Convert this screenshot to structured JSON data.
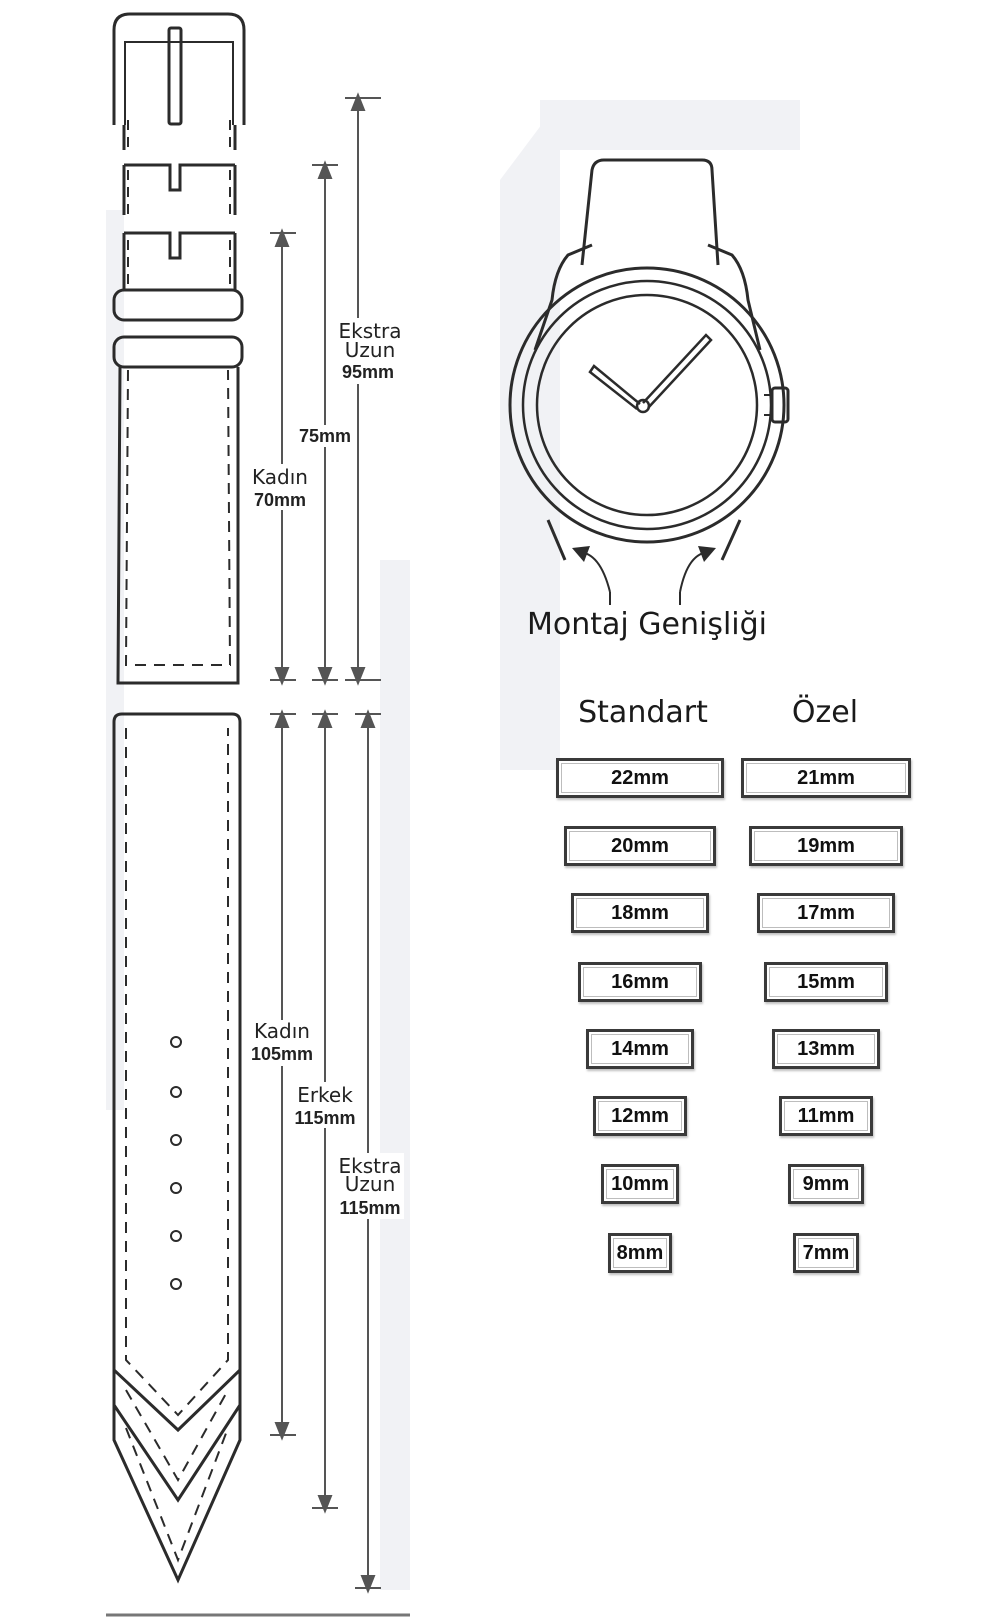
{
  "measurements": {
    "upper": {
      "ekstra_uzun": {
        "line1": "Ekstra",
        "line2": "Uzun",
        "value": "95mm"
      },
      "standard": {
        "value": "75mm"
      },
      "kadin": {
        "label": "Kadın",
        "value": "70mm"
      }
    },
    "lower": {
      "kadin": {
        "label": "Kadın",
        "value": "105mm"
      },
      "erkek": {
        "label": "Erkek",
        "value": "115mm"
      },
      "ekstra_uzun": {
        "line1": "Ekstra",
        "line2": "Uzun",
        "value": "115mm"
      }
    }
  },
  "watch": {
    "caption": "Montaj Genişliği"
  },
  "sizes": {
    "standard_header": "Standart",
    "special_header": "Özel",
    "standard": [
      "22mm",
      "20mm",
      "18mm",
      "16mm",
      "14mm",
      "12mm",
      "10mm",
      "8mm"
    ],
    "special": [
      "21mm",
      "19mm",
      "17mm",
      "15mm",
      "13mm",
      "11mm",
      "9mm",
      "7mm"
    ]
  }
}
